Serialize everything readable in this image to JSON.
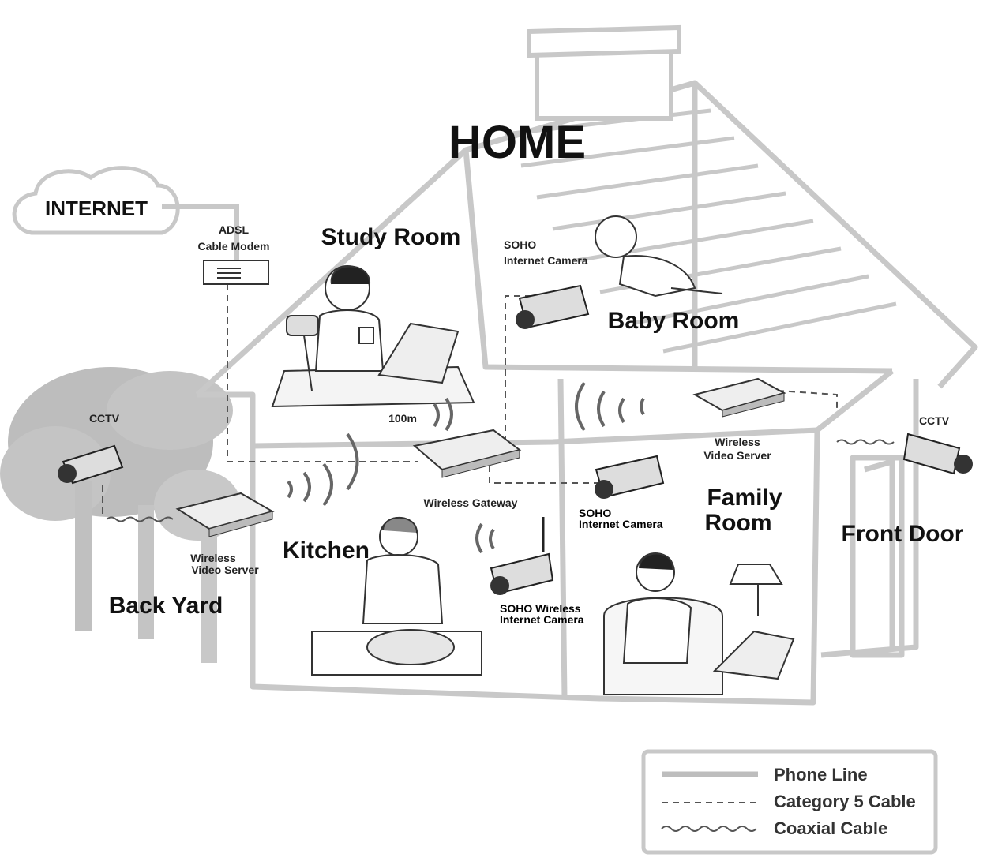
{
  "title": "HOME",
  "internet": "INTERNET",
  "modem": {
    "line1": "ADSL",
    "line2": "Cable Modem"
  },
  "rooms": {
    "study": "Study Room",
    "baby": "Baby Room",
    "kitchen": "Kitchen",
    "family_line1": "Family",
    "family_line2": "Room",
    "back_yard": "Back Yard",
    "front_door": "Front Door"
  },
  "devices": {
    "soho_baby_line1": "SOHO",
    "soho_baby_line2": "Internet Camera",
    "speed": "100m",
    "gateway": "Wireless Gateway",
    "cctv_left": "CCTV",
    "cctv_right": "CCTV",
    "wvs_left_line1": "Wireless",
    "wvs_left_line2": "Video Server",
    "wvs_right_line1": "Wireless",
    "wvs_right_line2": "Video Server",
    "soho_family_line1": "SOHO",
    "soho_family_line2": "Internet Camera",
    "soho_wireless_line1": "SOHO Wireless",
    "soho_wireless_line2": "Internet Camera"
  },
  "legend": {
    "phone": "Phone Line",
    "cat5": "Category 5 Cable",
    "coax": "Coaxial Cable"
  },
  "colors": {
    "outline": "#c8c8c8",
    "tree": "#bdbdbd",
    "device": "#dcdcdc"
  }
}
